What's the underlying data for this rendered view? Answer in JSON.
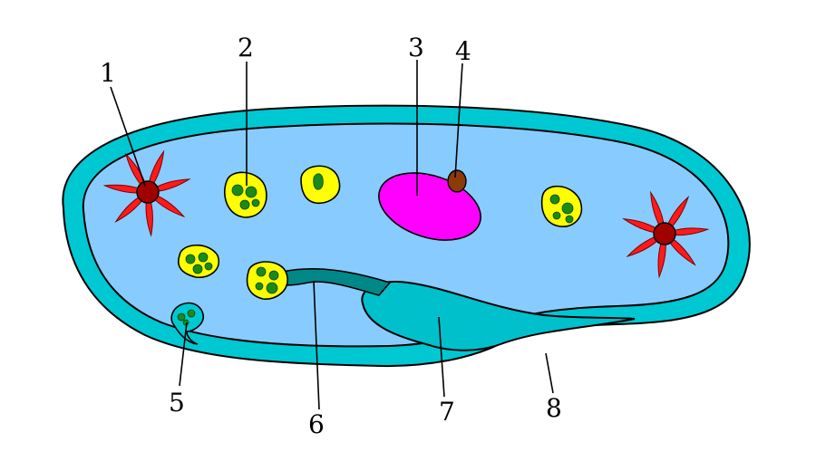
{
  "labels": [
    {
      "id": "1",
      "text": "1"
    },
    {
      "id": "2",
      "text": "2"
    },
    {
      "id": "3",
      "text": "3"
    },
    {
      "id": "4",
      "text": "4"
    },
    {
      "id": "5",
      "text": "5"
    },
    {
      "id": "6",
      "text": "6"
    },
    {
      "id": "7",
      "text": "7"
    },
    {
      "id": "8",
      "text": "8"
    }
  ],
  "colors": {
    "pellicle": "#00c8d2",
    "cytoplasm": "#88ccff",
    "outline": "#000000",
    "cilia": "#000000",
    "contractile_vacuole": "#ff1a1a",
    "contractile_vacuole_center": "#a00000",
    "food_vacuole_fill": "#ffff00",
    "food_particles": "#1a8a1a",
    "macronucleus": "#ff00ff",
    "micronucleus": "#8b3a0a",
    "oral_groove": "#00c0cc",
    "gullet": "#008888"
  }
}
